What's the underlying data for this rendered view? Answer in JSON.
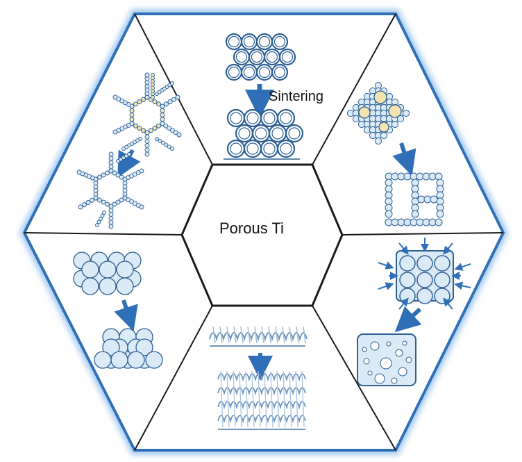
{
  "center_label": "Porous Ti",
  "sintering_label": "Sintering",
  "colors": {
    "frame": "#2f6fb7",
    "glow": "#a9cdf0",
    "divider": "#1a1a1a",
    "arrow": "#2f6fb7",
    "circle_fill": "#dbeaf7",
    "circle_stroke": "#2c5f93",
    "gold_fill": "#f5e3b0",
    "inner_bg": "#ffffff"
  },
  "panels": [
    {
      "name": "top-panel-sintering"
    },
    {
      "name": "upper-right-panel-space-holder"
    },
    {
      "name": "lower-right-panel-pressing"
    },
    {
      "name": "bottom-panel-additive"
    },
    {
      "name": "lower-left-panel-packing"
    },
    {
      "name": "upper-left-panel-template"
    }
  ]
}
